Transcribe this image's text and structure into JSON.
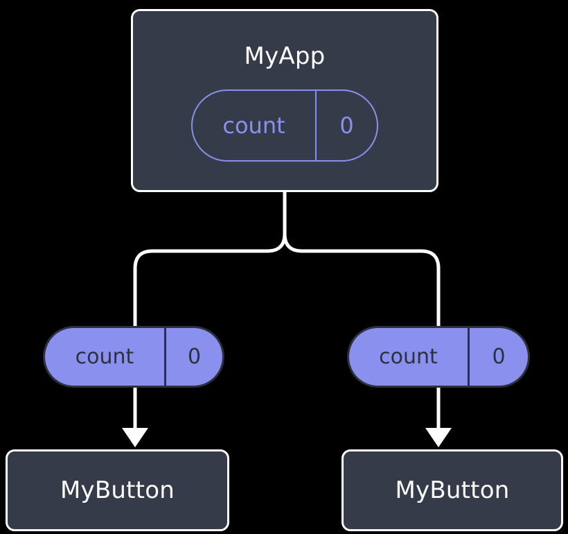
{
  "diagram": {
    "background_color": "#000000",
    "accent_color": "#8a90ee",
    "box_fill_color": "#353b49",
    "box_border_color": "#ffffff",
    "wire_color": "#ffffff",
    "root": {
      "title": "MyApp",
      "state": {
        "key": "count",
        "value": "0"
      }
    },
    "children": [
      {
        "title": "MyButton",
        "state": {
          "key": "count",
          "value": "0"
        }
      },
      {
        "title": "MyButton",
        "state": {
          "key": "count",
          "value": "0"
        }
      }
    ]
  }
}
